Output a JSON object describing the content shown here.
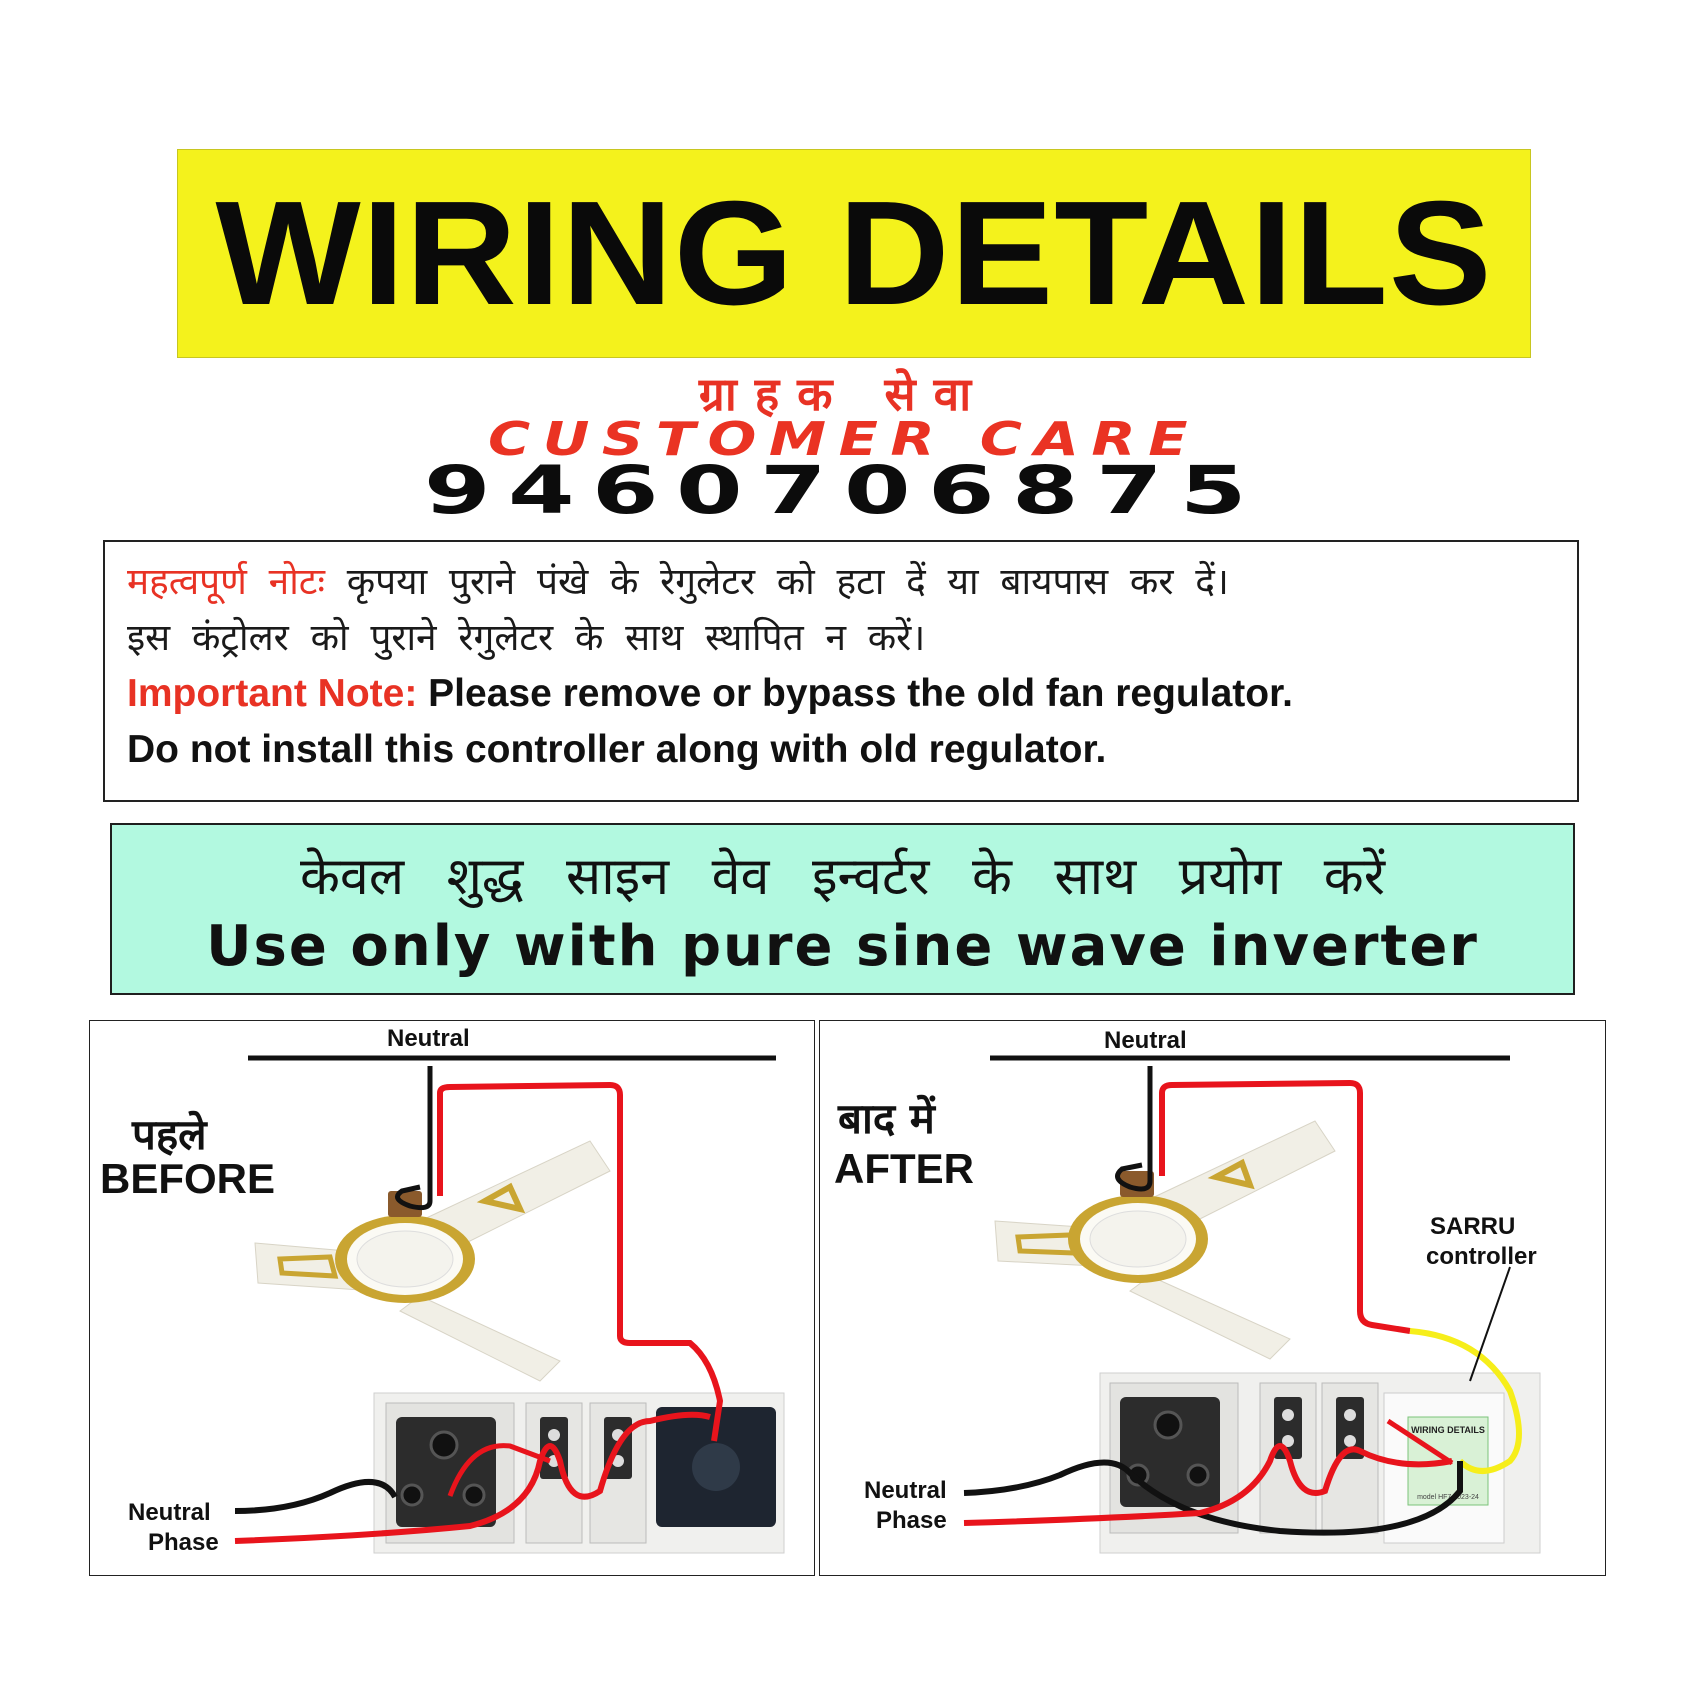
{
  "banner": {
    "title": "WIRING DETAILS"
  },
  "customer_care": {
    "hindi": "ग्राहक सेवा",
    "english": "CUSTOMER CARE",
    "number": "9460706875"
  },
  "important_note": {
    "hindi_label": "महत्वपूर्ण नोटः",
    "hindi_line1": "कृपया पुराने पंखे के रेगुलेटर को हटा दें या बायपास कर दें।",
    "hindi_line2": "इस कंट्रोलर को पुराने रेगुलेटर के साथ स्थापित न करें।",
    "english_label": "Important Note:",
    "english_line1": "Please remove or bypass the old fan regulator.",
    "english_line2": "Do not install this controller along with old regulator."
  },
  "inverter_note": {
    "hindi": "केवल शुद्ध साइन वेव इन्वर्टर के साथ प्रयोग करें",
    "english": "Use only with pure sine wave inverter"
  },
  "before_panel": {
    "neutral_top": "Neutral",
    "title_hindi": "पहले",
    "title_english": "BEFORE",
    "neutral_label": "Neutral",
    "phase_label": "Phase"
  },
  "after_panel": {
    "neutral_top": "Neutral",
    "title_hindi": "बाद में",
    "title_english": "AFTER",
    "controller_line1": "SARRU",
    "controller_line2": "controller",
    "neutral_label": "Neutral",
    "phase_label": "Phase",
    "device_label": "WIRING DETAILS",
    "device_model": "model HF7   2023-24"
  },
  "colors": {
    "banner_bg": "#f4f21c",
    "red_accent": "#e83224",
    "sine_bg": "#b2f9e0",
    "wire_red": "#e8141c",
    "wire_black": "#111111",
    "wire_yellow": "#f6ee1a"
  }
}
